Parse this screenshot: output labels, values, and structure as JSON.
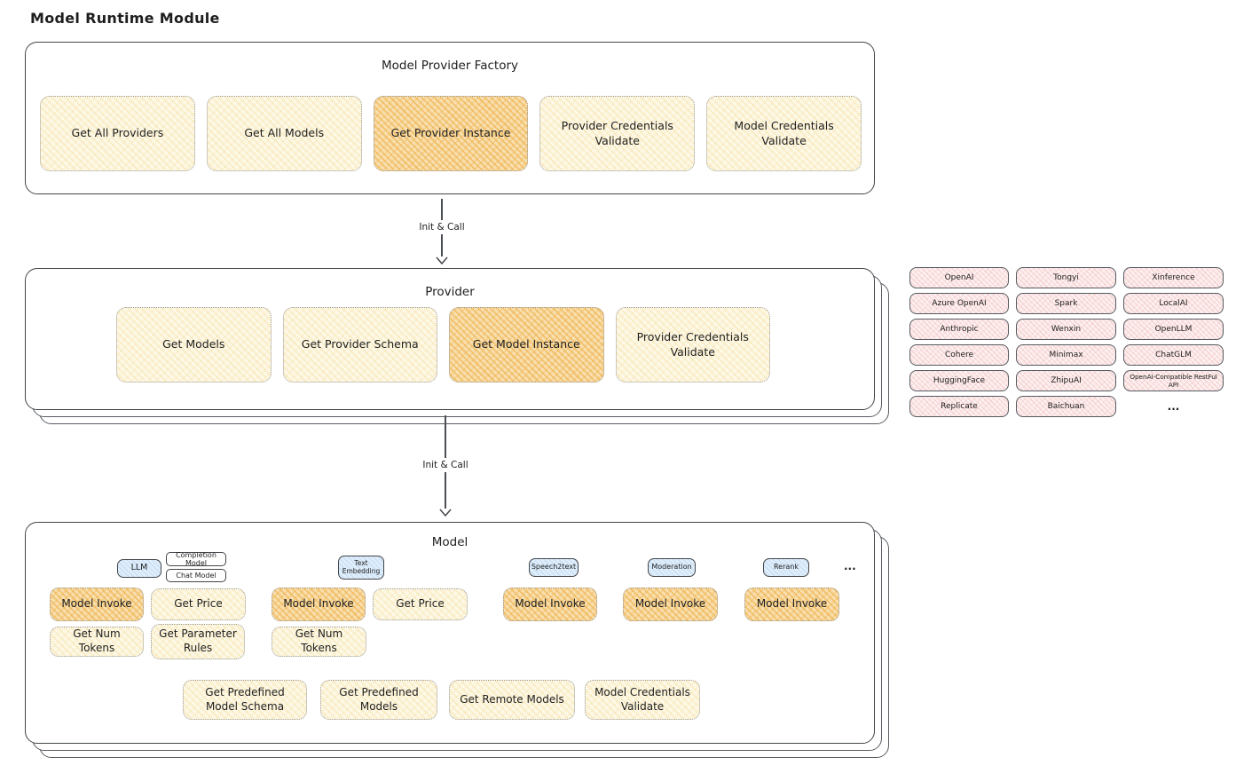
{
  "page": {
    "title": "Model Runtime Module"
  },
  "colors": {
    "stroke": "#43464b",
    "yellow": "#fdf8e6",
    "yellow_hl": "#f8dfae",
    "blue": "#e0eefb",
    "pink": "#fdf0f0"
  },
  "factory": {
    "title": "Model Provider Factory",
    "buttons": [
      {
        "label": "Get All Providers",
        "highlighted": false
      },
      {
        "label": "Get All Models",
        "highlighted": false
      },
      {
        "label": "Get Provider Instance",
        "highlighted": true
      },
      {
        "label": "Provider Credentials Validate",
        "highlighted": false
      },
      {
        "label": "Model Credentials Validate",
        "highlighted": false
      }
    ]
  },
  "arrow1": {
    "label": "Init & Call"
  },
  "arrow2": {
    "label": "Init & Call"
  },
  "provider": {
    "title": "Provider",
    "buttons": [
      {
        "label": "Get Models",
        "highlighted": false
      },
      {
        "label": "Get Provider Schema",
        "highlighted": false
      },
      {
        "label": "Get Model Instance",
        "highlighted": true
      },
      {
        "label": "Provider Credentials Validate",
        "highlighted": false
      }
    ]
  },
  "providers_list": {
    "items": [
      "OpenAI",
      "Tongyi",
      "Xinference",
      "Azure OpenAI",
      "Spark",
      "LocalAI",
      "Anthropic",
      "Wenxin",
      "OpenLLM",
      "Cohere",
      "Minimax",
      "ChatGLM",
      "HuggingFace",
      "ZhipuAI",
      "OpenAI-Compatible RestFul API",
      "Replicate",
      "Baichuan"
    ],
    "ellipsis": "..."
  },
  "model": {
    "title": "Model",
    "tags": {
      "llm": "LLM",
      "completion": "Completion Model",
      "chat": "Chat Model",
      "text_embedding": "Text Embedding",
      "speech2text": "Speech2text",
      "moderation": "Moderation",
      "rerank": "Rerank",
      "ellipsis": "..."
    },
    "buttons": {
      "llm_invoke": "Model Invoke",
      "llm_price": "Get Price",
      "llm_tokens": "Get Num Tokens",
      "llm_rules": "Get Parameter Rules",
      "emb_invoke": "Model Invoke",
      "emb_price": "Get Price",
      "emb_tokens": "Get Num Tokens",
      "s2t_invoke": "Model Invoke",
      "mod_invoke": "Model Invoke",
      "rerank_invoke": "Model Invoke"
    },
    "bottom_buttons": [
      {
        "label": "Get Predefined Model Schema"
      },
      {
        "label": "Get Predefined Models"
      },
      {
        "label": "Get Remote Models"
      },
      {
        "label": "Model Credentials Validate"
      }
    ]
  }
}
